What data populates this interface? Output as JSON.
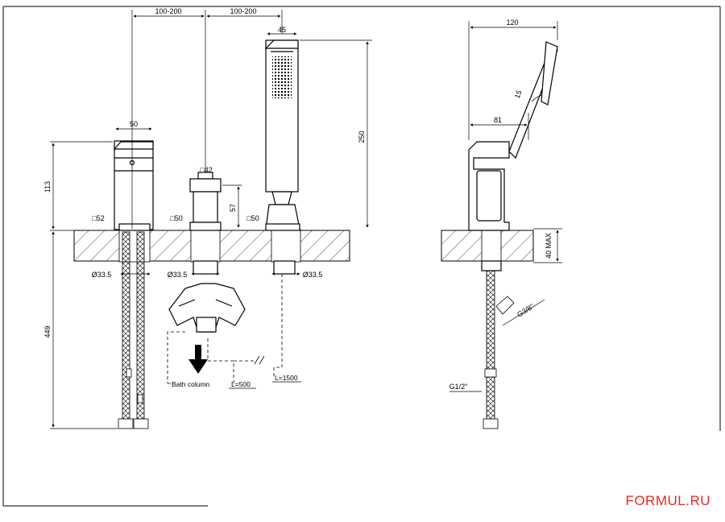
{
  "front_view": {
    "dims": {
      "spacing_left": "100-200",
      "spacing_right": "100-200",
      "handshower_width": "45",
      "handshower_height": "250",
      "mixer_top_width": "50",
      "mixer_height": "113",
      "diverter_size": "□42",
      "diverter_height": "57",
      "base_left": "□52",
      "base_mid": "□50",
      "base_right": "□50",
      "hole_left": "Ø33.5",
      "hole_mid": "Ø33.5",
      "hole_right": "Ø33.5",
      "hose_length": "449"
    },
    "labels": {
      "bath_column": "Bath column",
      "hose_short": "L=500",
      "hose_long": "L=1500"
    }
  },
  "side_view": {
    "dims": {
      "total_depth": "120",
      "spout_depth": "81",
      "angle": "15",
      "deck_max": "40 MAX",
      "thread_outlet": "G3/8\"",
      "thread_inlet": "G1/2\""
    }
  },
  "footer": {
    "brand": "FORMUL.RU"
  },
  "colors": {
    "line": "#000000",
    "brand": "#e8281e"
  }
}
